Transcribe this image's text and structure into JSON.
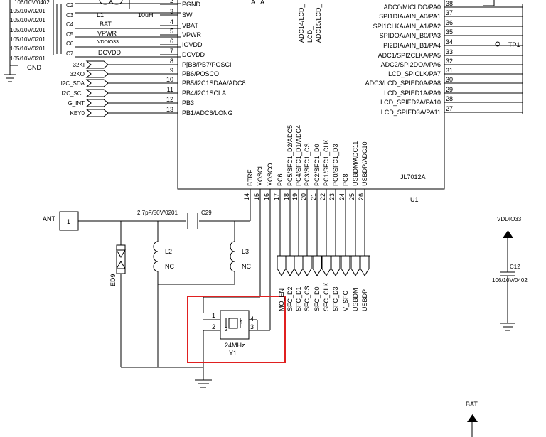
{
  "left_caps": [
    {
      "value": "106/10V/0402",
      "ref": ""
    },
    {
      "value": "105/10V/0201",
      "ref": "C2"
    },
    {
      "value": "105/10V/0201",
      "ref": "C3"
    },
    {
      "value": "105/10V/0201",
      "ref": "C4"
    },
    {
      "value": "105/10V/0201",
      "ref": "C5"
    },
    {
      "value": "105/10V/0201",
      "ref": "C6"
    },
    {
      "value": "105/10V/0201",
      "ref": "C7"
    }
  ],
  "gnd_label": "GND",
  "inductor_l1": {
    "ref": "L1",
    "value": "10uH"
  },
  "net_bat": "BAT",
  "net_vpwr": "VPWR",
  "net_vddio33": "VDDIO33",
  "net_dcvdd": "DCVDD",
  "left_pins": [
    {
      "num": "2",
      "name": "PGND"
    },
    {
      "num": "3",
      "name": "SW"
    },
    {
      "num": "4",
      "name": "VBAT"
    },
    {
      "num": "5",
      "name": "VPWR"
    },
    {
      "num": "6",
      "name": "IOVDD"
    },
    {
      "num": "7",
      "name": "DCVDD"
    },
    {
      "num": "8",
      "name": "P[B8/PB7/POSCI"
    },
    {
      "num": "9",
      "name": "PB6/POSCO"
    },
    {
      "num": "10",
      "name": "PB5/I2C1SDAA/ADC8"
    },
    {
      "num": "11",
      "name": "PB4/I2C1SCLA"
    },
    {
      "num": "12",
      "name": "PB3"
    },
    {
      "num": "13",
      "name": "PB1/ADC6/LONG"
    }
  ],
  "left_ports": [
    "32KI",
    "32KO",
    "I2C_SDA",
    "I2C_SCL",
    "G_INT",
    "KEY0"
  ],
  "right_pins": [
    {
      "num": "38",
      "name": "ADC0/MICLDO/PA0"
    },
    {
      "num": "37",
      "name": "SPI1DIA/AIN_A0/PA1"
    },
    {
      "num": "36",
      "name": "SPI1CLKA/AIN_A1/PA2"
    },
    {
      "num": "35",
      "name": "SPIDOA/AIN_B0/PA3"
    },
    {
      "num": "34",
      "name": "PI2DIA/AIN_B1/PA4"
    },
    {
      "num": "33",
      "name": "ADC1/SPI2CLKA/PA5"
    },
    {
      "num": "32",
      "name": "ADC2/SPI2DOA/PA6"
    },
    {
      "num": "31",
      "name": "LCD_SPICLK/PA7"
    },
    {
      "num": "30",
      "name": "ADC3/LCD_SPIED0A/PA8"
    },
    {
      "num": "29",
      "name": "LCD_SPIED1A/PA9"
    },
    {
      "num": "28",
      "name": "LCD_SPIED2A/PA10"
    },
    {
      "num": "27",
      "name": "LCD_SPIED3A/PA11"
    }
  ],
  "tp1": "TP1",
  "top_pins": [
    "ADC14/LCD_",
    "LCD_",
    "ADC15/LCD_"
  ],
  "bottom_pins": [
    {
      "num": "14",
      "name": "BTRF"
    },
    {
      "num": "15",
      "name": "XOSCI"
    },
    {
      "num": "16",
      "name": "XOSCO"
    },
    {
      "num": "17",
      "name": "PC6"
    },
    {
      "num": "18",
      "name": "PC5/SFC1_D2/ADC5"
    },
    {
      "num": "19",
      "name": "PC4/SFC1_D1/ADC4"
    },
    {
      "num": "20",
      "name": "PC3/SFC1_CS"
    },
    {
      "num": "21",
      "name": "PC2/SFC1_D0"
    },
    {
      "num": "22",
      "name": "PC1/SFC1_CLK"
    },
    {
      "num": "23",
      "name": "PC0/SFC1_D3"
    },
    {
      "num": "24",
      "name": "PC8"
    },
    {
      "num": "25",
      "name": "USBDM/ADC11"
    },
    {
      "num": "26",
      "name": "USBDP/ADC10"
    }
  ],
  "chip_part": "JL7012A",
  "chip_ref": "U1",
  "ant": {
    "label": "ANT",
    "pin": "1"
  },
  "c29": {
    "ref": "C29",
    "value": "2.7pF/50V/0201"
  },
  "l2": {
    "ref": "L2",
    "value": "NC"
  },
  "l3": {
    "ref": "L3",
    "value": "NC"
  },
  "ed9": "ED9",
  "bus_labels": [
    "MO_EN",
    "SFC_D2",
    "SFC_D1",
    "SFC_CS",
    "SFC_D0",
    "SFC_CLK",
    "SFC_D3",
    "V_SFC",
    "USBDM",
    "USBDP"
  ],
  "crystal": {
    "freq": "24MHz",
    "ref": "Y1",
    "pins": [
      "1",
      "2",
      "3",
      "4"
    ]
  },
  "c12": {
    "net": "VDDIO33",
    "ref": "C12",
    "value": "106/10V/0402"
  },
  "bat_bottom": "BAT",
  "highlight_color": "#e02020"
}
